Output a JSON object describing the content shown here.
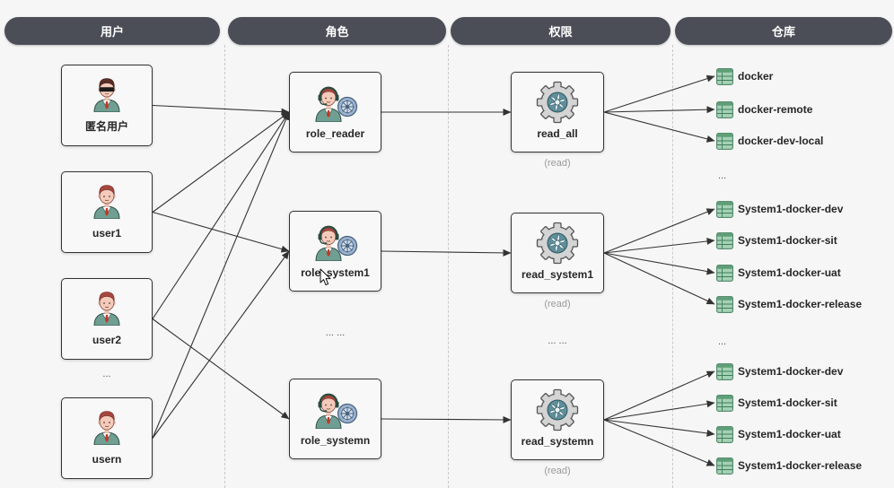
{
  "headers": {
    "users": "用户",
    "roles": "角色",
    "permissions": "权限",
    "repositories": "仓库"
  },
  "users": {
    "items": [
      {
        "label": "匿名用户",
        "icon": "anonymous-user-icon"
      },
      {
        "label": "user1",
        "icon": "user-icon"
      },
      {
        "label": "user2",
        "icon": "user-icon"
      },
      {
        "label": "usern",
        "icon": "user-icon"
      }
    ],
    "ellipsis": "..."
  },
  "roles": {
    "items": [
      {
        "label": "role_reader",
        "icon": "role-headset-icon"
      },
      {
        "label": "role_system1",
        "icon": "role-headset-icon"
      },
      {
        "label": "role_systemn",
        "icon": "role-headset-icon"
      }
    ],
    "ellipsis": "... ..."
  },
  "permissions": {
    "items": [
      {
        "label": "read_all",
        "access": "(read)",
        "icon": "permission-gear-icon"
      },
      {
        "label": "read_system1",
        "access": "(read)",
        "icon": "permission-gear-icon"
      },
      {
        "label": "read_systemn",
        "access": "(read)",
        "icon": "permission-gear-icon"
      }
    ],
    "ellipsis": "... ..."
  },
  "repositories": {
    "icon": "repository-icon",
    "groups": [
      {
        "items": [
          "docker",
          "docker-remote",
          "docker-dev-local"
        ]
      },
      {
        "items": [
          "System1-docker-dev",
          "System1-docker-sit",
          "System1-docker-uat",
          "System1-docker-release"
        ]
      },
      {
        "items": [
          "System1-docker-dev",
          "System1-docker-sit",
          "System1-docker-uat",
          "System1-docker-release"
        ]
      }
    ],
    "ellipsis": [
      "...",
      "..."
    ]
  },
  "edges": {
    "user_to_role": [
      [
        0,
        0
      ],
      [
        1,
        0
      ],
      [
        1,
        1
      ],
      [
        2,
        0
      ],
      [
        2,
        2
      ],
      [
        3,
        0
      ],
      [
        3,
        1
      ]
    ],
    "role_to_permission": [
      [
        0,
        0
      ],
      [
        1,
        1
      ],
      [
        2,
        2
      ]
    ],
    "permission_to_repository": [
      [
        0,
        0,
        0
      ],
      [
        0,
        0,
        1
      ],
      [
        0,
        0,
        2
      ],
      [
        1,
        1,
        0
      ],
      [
        1,
        1,
        1
      ],
      [
        1,
        1,
        2
      ],
      [
        1,
        1,
        3
      ],
      [
        2,
        2,
        0
      ],
      [
        2,
        2,
        1
      ],
      [
        2,
        2,
        2
      ],
      [
        2,
        2,
        3
      ]
    ]
  },
  "colors": {
    "header_bg": "#4b4e57",
    "header_text": "#ffffff",
    "box_border": "#333333",
    "box_bg": "#f8f8f8",
    "arrow": "#333333",
    "access_note": "#9a9a9a",
    "page_bg": "#f6f6f6"
  },
  "cursor": {
    "icon": "mouse-cursor-icon"
  }
}
